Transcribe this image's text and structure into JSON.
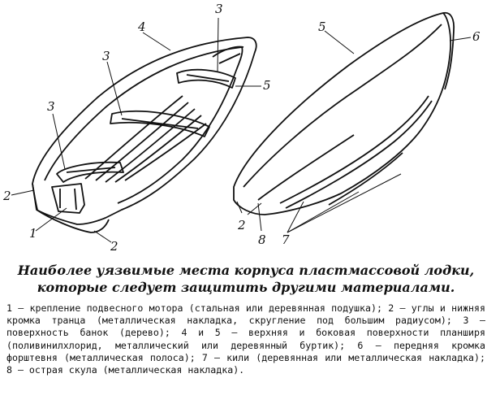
{
  "labels": {
    "boat1": [
      "3",
      "4",
      "3",
      "5",
      "3",
      "2",
      "1",
      "2"
    ],
    "boat2": [
      "5",
      "6",
      "2",
      "8",
      "7"
    ]
  },
  "caption": {
    "title": "Наиболее уязвимые места корпуса пластмассовой лодки, которые следует защитить другими материалами.",
    "body": "1 — крепление подвесного мотора (стальная или деревянная подушка); 2 — углы и нижняя кромка транца (металлическая накладка, скругление под большим радиусом); 3 — поверхность банок (дерево); 4 и 5 — верхняя и боковая поверхности планширя (поливинилхлорид, металлический или деревянный буртик); 6 — передняя кромка форштевня (металлическая полоса); 7 — кили (деревянная или металлическая накладка); 8 — острая скула (металлическая накладка)."
  }
}
